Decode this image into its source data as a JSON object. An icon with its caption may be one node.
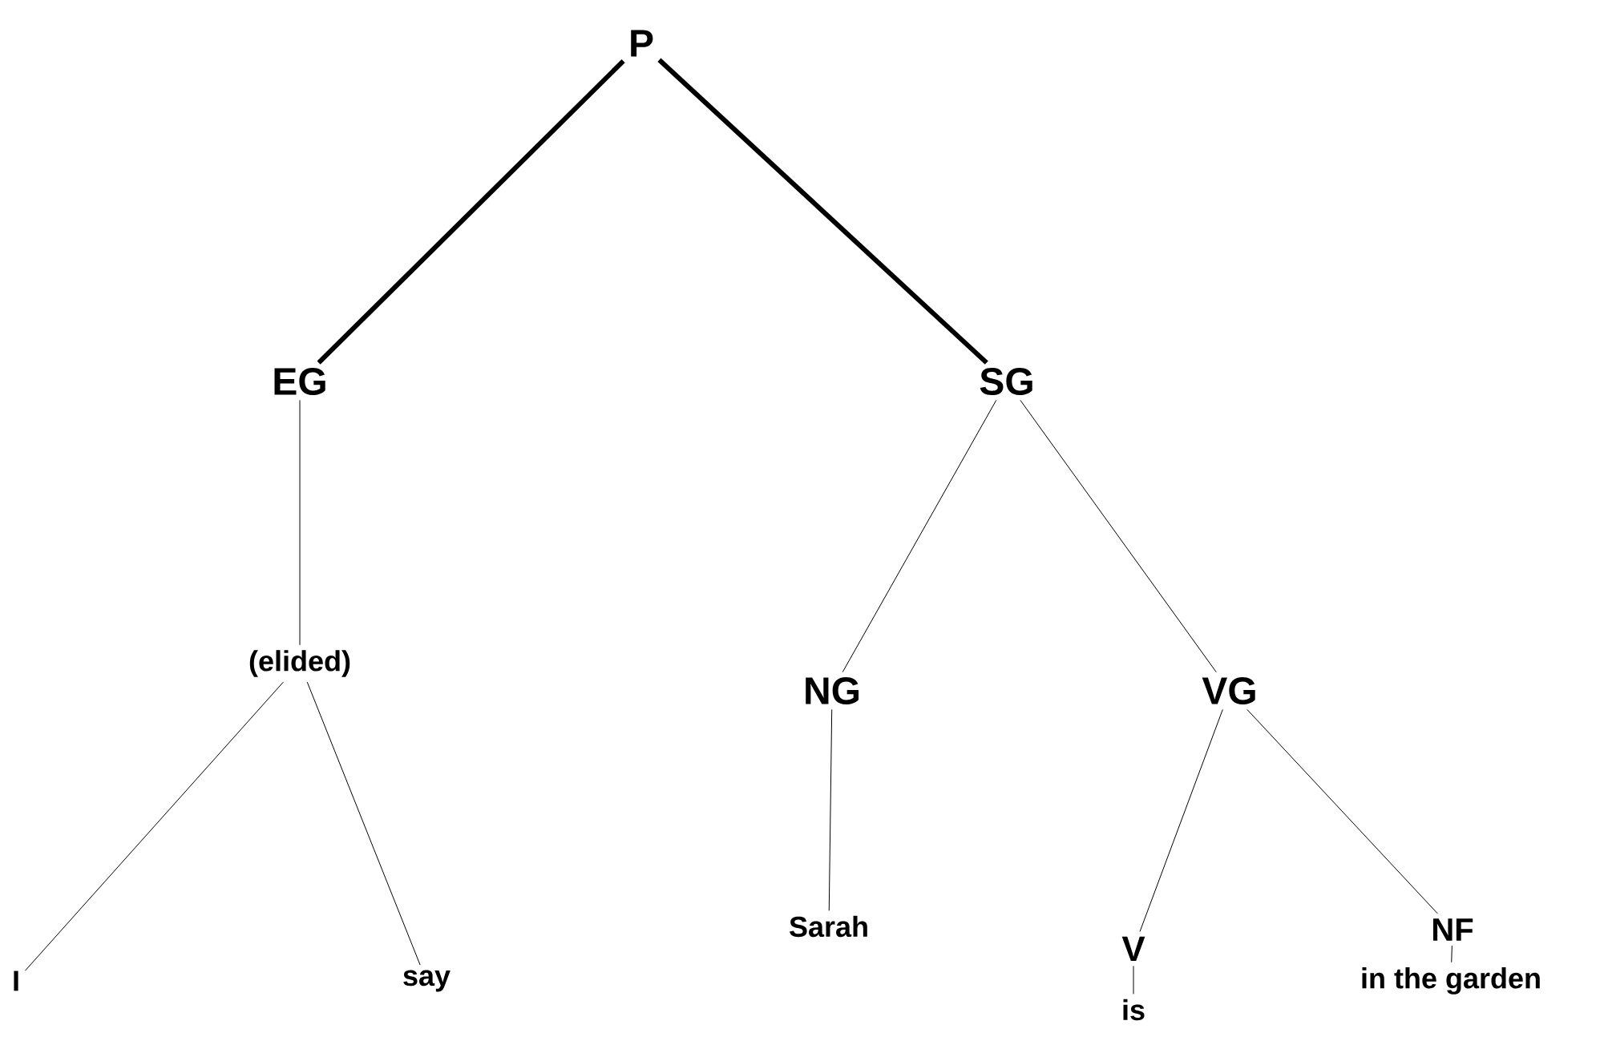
{
  "diagram": {
    "nodes": [
      {
        "text": [
          "P"
        ]
      },
      {
        "text": [
          "EG"
        ]
      },
      {
        "text": [
          "SG"
        ]
      },
      {
        "text": [
          "(elided)"
        ]
      },
      {
        "text": [
          "NG"
        ]
      },
      {
        "text": [
          "VG"
        ]
      },
      {
        "text": [
          "I"
        ]
      },
      {
        "text": [
          "say"
        ]
      },
      {
        "text": [
          "Sarah"
        ]
      },
      {
        "text": [
          "V"
        ]
      },
      {
        "text": [
          "NF"
        ]
      },
      {
        "text": [
          "is"
        ]
      },
      {
        "text": [
          "in the garden"
        ]
      }
    ],
    "edges": [
      {
        "from": 0,
        "to": 1,
        "arrow": "none",
        "style": "thick"
      },
      {
        "from": 0,
        "to": 2,
        "arrow": "none",
        "style": "thick"
      },
      {
        "from": 1,
        "to": 3,
        "arrow": "none"
      },
      {
        "from": 3,
        "to": 6,
        "arrow": "none"
      },
      {
        "from": 3,
        "to": 7,
        "arrow": "none"
      },
      {
        "from": 2,
        "to": 4,
        "arrow": "none"
      },
      {
        "from": 2,
        "to": 5,
        "arrow": "none"
      },
      {
        "from": 4,
        "to": 8,
        "arrow": "none"
      },
      {
        "from": 5,
        "to": 9,
        "arrow": "none"
      },
      {
        "from": 5,
        "to": 10,
        "arrow": "none"
      },
      {
        "from": 9,
        "to": 11,
        "arrow": "none"
      },
      {
        "from": 10,
        "to": 12,
        "arrow": "none"
      }
    ]
  }
}
